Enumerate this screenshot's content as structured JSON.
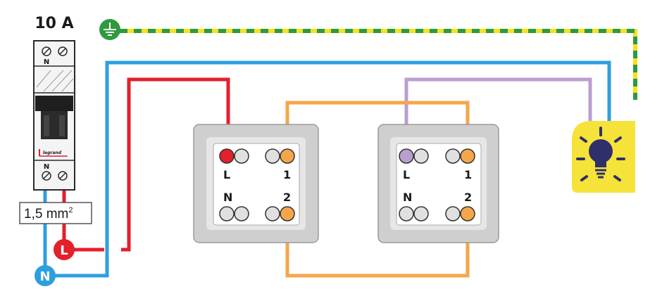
{
  "breaker": {
    "rating": "10 A",
    "top_terminal_label": "N",
    "bottom_terminal_label": "N",
    "brand": "legrand"
  },
  "cable_section": {
    "value": "1,5 mm",
    "exponent": "2"
  },
  "supply": {
    "live": "L",
    "neutral": "N"
  },
  "switch_left": {
    "terminal_l": "L",
    "terminal_n": "N",
    "terminal_1": "1",
    "terminal_2": "2"
  },
  "switch_right": {
    "terminal_l": "L",
    "terminal_n": "N",
    "terminal_1": "1",
    "terminal_2": "2"
  },
  "colors": {
    "live": "#e3202b",
    "neutral": "#2d9fe0",
    "earth_green": "#2e9a3e",
    "earth_yellow": "#f4e21c",
    "traveller": "#f5a64a",
    "switched_live": "#b99fd0",
    "lamp_bg": "#f5e33a",
    "lamp_bulb": "#2f2f6b"
  },
  "icons": {
    "earth": "earth-ground-icon",
    "lamp": "light-bulb-icon"
  }
}
